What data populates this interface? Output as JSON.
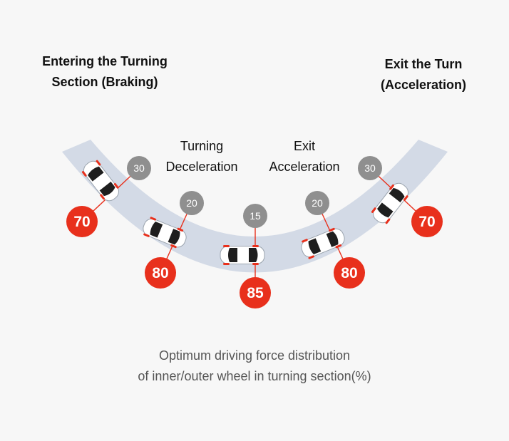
{
  "headings": {
    "entering": [
      "Entering the Turning",
      "Section (Braking)"
    ],
    "exit_turn": [
      "Exit the Turn",
      "(Acceleration)"
    ],
    "turning_decel": [
      "Turning",
      "Deceleration"
    ],
    "exit_accel": [
      "Exit",
      "Acceleration"
    ]
  },
  "caption": [
    "Optimum driving force distribution",
    "of inner/outer wheel in turning section(%)"
  ],
  "positions": [
    {
      "inner": "30",
      "outer": "70"
    },
    {
      "inner": "20",
      "outer": "80"
    },
    {
      "inner": "15",
      "outer": "85"
    },
    {
      "inner": "20",
      "outer": "80"
    },
    {
      "inner": "30",
      "outer": "70"
    }
  ],
  "colors": {
    "background": "#f7f7f7",
    "road": "#d3dae6",
    "inner_badge": "#8f8f8f",
    "outer_badge": "#e8301c",
    "accent_line": "#e8301c",
    "car_body": "#ffffff",
    "car_glass": "#1e1e1e"
  }
}
